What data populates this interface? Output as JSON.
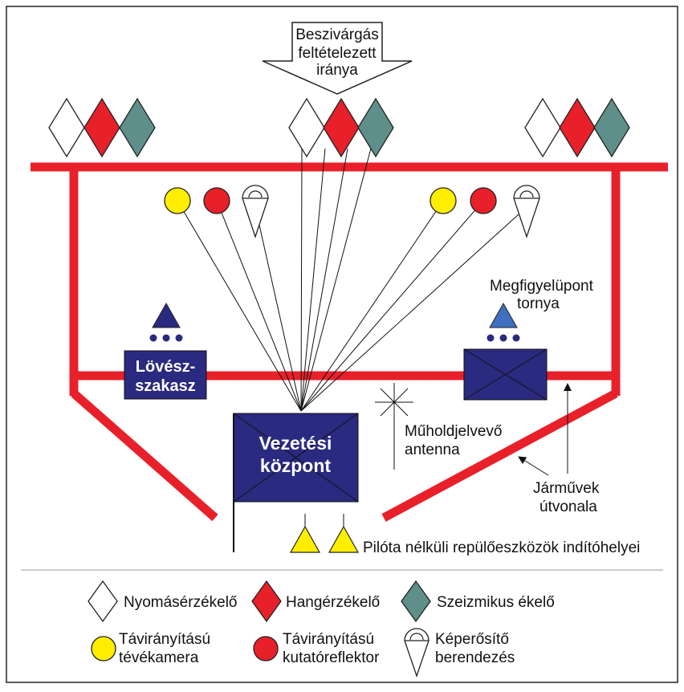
{
  "diagram": {
    "arrow_label_lines": [
      "Beszivárgás",
      "feltételezett",
      "iránya"
    ],
    "observation_tower_label_lines": [
      "Megfigyelüpont",
      "tornya"
    ],
    "rifle_squad_label_lines": [
      "Lövész-",
      "szakasz"
    ],
    "command_center_label_lines": [
      "Vezetési",
      "központ"
    ],
    "satellite_antenna_label_lines": [
      "Műholdjelvevő",
      "antenna"
    ],
    "vehicle_route_label_lines": [
      "Járművek",
      "útvonala"
    ],
    "uav_launch_label": "Pilóta nélküli repülőeszközök indítóhelyei"
  },
  "legend": {
    "pressure_sensor": "Nyomásérzékelő",
    "sound_sensor": "Hangérzékelő",
    "seismic_sensor": "Szeizmikus ékelő",
    "remote_camera_lines": [
      "Távirányítású",
      "tévékamera"
    ],
    "remote_searchlight_lines": [
      "Távirányítású",
      "kutatóreflektor"
    ],
    "image_intensifier_lines": [
      "Képerősítő",
      "berendezés"
    ]
  },
  "colors": {
    "route_red": "#e8202a",
    "sound_red": "#e8202a",
    "camera_yellow": "#ffee00",
    "seismic_teal": "#5f8f8a",
    "unit_navy": "#2a2a80",
    "tower_blue": "#3f6fbf",
    "uav_yellow": "#ffee00"
  }
}
